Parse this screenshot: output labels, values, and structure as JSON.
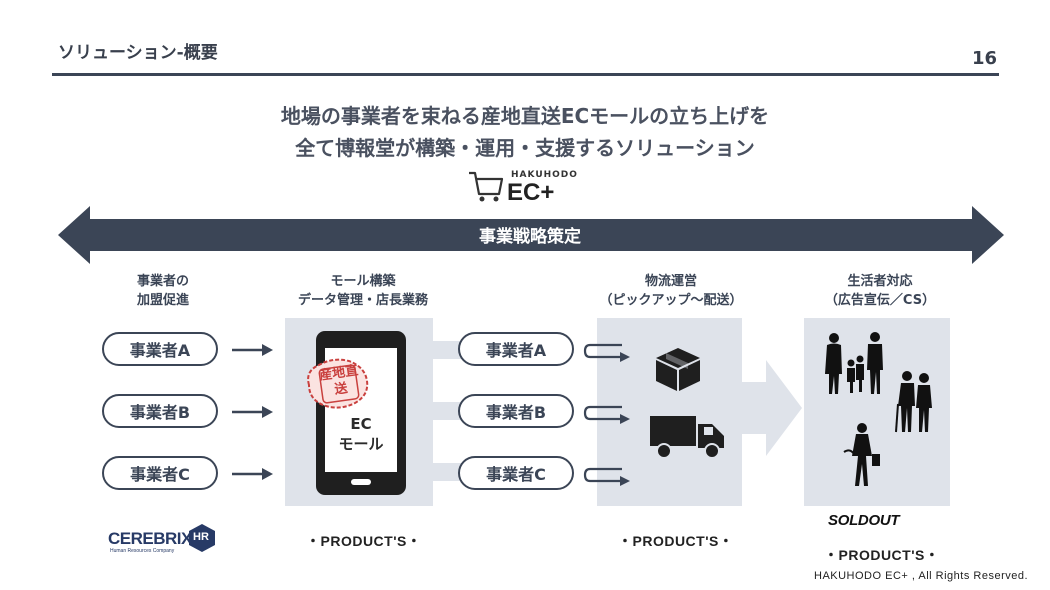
{
  "header": {
    "title": "ソリューション-概要",
    "page_number": "16"
  },
  "headline": {
    "line1": "地場の事業者を束ねる産地直送ECモールの立ち上げを",
    "line2": "全て博報堂が構築・運用・支援するソリューション"
  },
  "brand": {
    "small": "HAKUHODO",
    "big": "EC+"
  },
  "strategy_band": {
    "label": "事業戦略策定"
  },
  "columns": [
    {
      "line1": "事業者の",
      "line2": "加盟促進"
    },
    {
      "line1": "モール構築",
      "line2": "データ管理・店長業務"
    },
    {
      "line1": "物流運営",
      "line2": "（ピックアップ〜配送）"
    },
    {
      "line1": "生活者対応",
      "line2": "（広告宣伝／CS）"
    }
  ],
  "vendors_left": [
    "事業者A",
    "事業者B",
    "事業者C"
  ],
  "vendors_mid": [
    "事業者A",
    "事業者B",
    "事業者C"
  ],
  "phone": {
    "stamp": "産地直送",
    "label_line1": "EC",
    "label_line2": "モール"
  },
  "logos": {
    "cerebrix": "CEREBRIX",
    "cerebrix_badge": "HR",
    "cerebrix_sub": "Human Resources Company",
    "soldout": "SOLDOUT"
  },
  "products": [
    "・PRODUCT'S・",
    "・PRODUCT'S・",
    "・PRODUCT'S・"
  ],
  "copyright": "HAKUHODO EC+ , All Rights Reserved.",
  "colors": {
    "navy": "#3b4556",
    "gray_block": "#dfe3ea",
    "stamp_red": "#c9403e"
  }
}
